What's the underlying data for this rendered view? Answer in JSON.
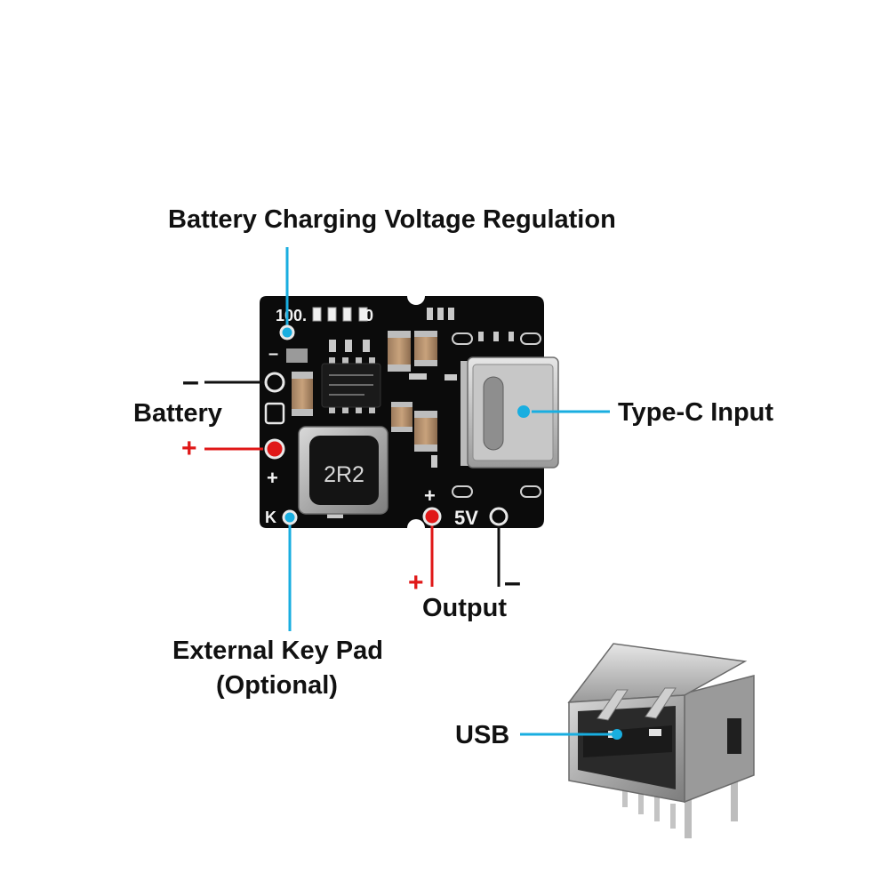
{
  "colors": {
    "pcb": "#0b0b0b",
    "leader_blue": "#19aee0",
    "positive_red": "#e01818",
    "leader_black": "#111111",
    "text": "#111111"
  },
  "labels": {
    "voltage_regulation": "Battery Charging Voltage Regulation",
    "battery": "Battery",
    "type_c": "Type-C Input",
    "output": "Output",
    "external_key_line1": "External Key Pad",
    "external_key_line2": "(Optional)",
    "usb": "USB",
    "plus": "+",
    "minus": "–"
  },
  "pcb_markings": {
    "pct_100": "100.",
    "pct_0": "0",
    "batt_minus": "–",
    "batt_plus": "+",
    "out_plus": "+",
    "out_v": "5V",
    "key": "K",
    "inductor": "2R2"
  }
}
